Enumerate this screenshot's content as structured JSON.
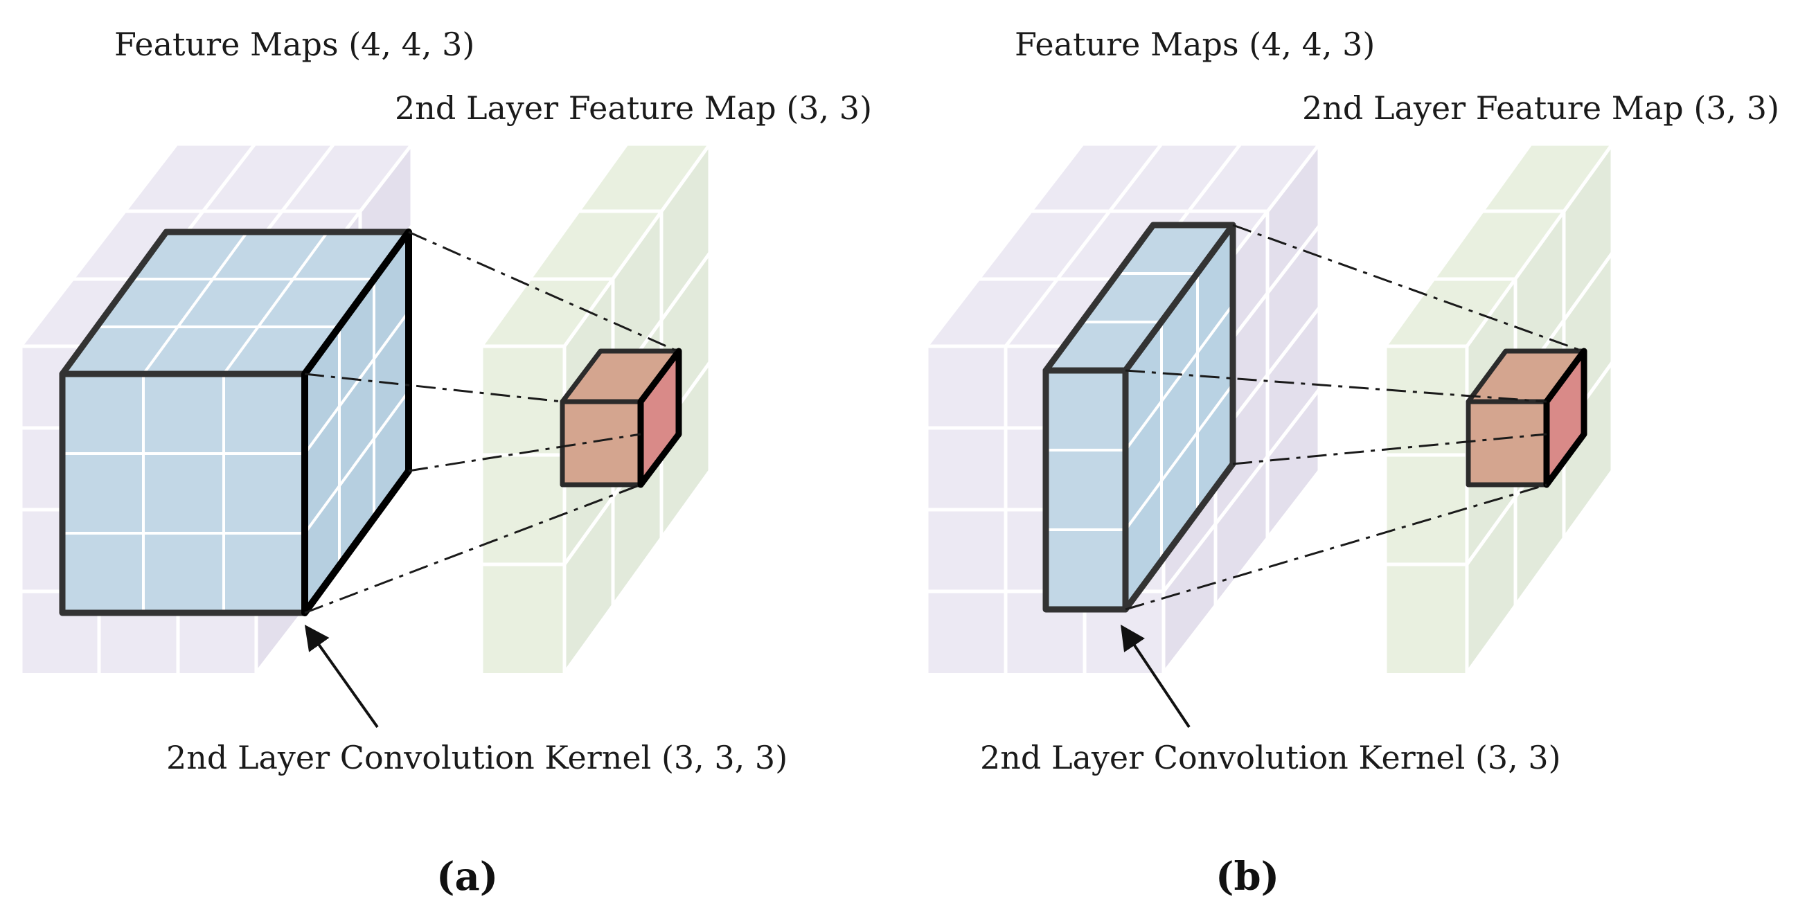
{
  "panels": [
    {
      "feature_maps_label": "Feature Maps (4, 4, 3)",
      "output_map_label": "2nd Layer Feature Map (3, 3)",
      "kernel_label": "2nd Layer Convolution Kernel (3, 3, 3)",
      "caption": "(a)"
    },
    {
      "feature_maps_label": "Feature Maps (4, 4, 3)",
      "output_map_label": "2nd Layer Feature Map (3, 3)",
      "kernel_label": "2nd Layer Convolution Kernel (3, 3)",
      "caption": "(b)"
    }
  ],
  "colors": {
    "feature_map_fill": "#ece9f3",
    "output_map_fill": "#e9f0e0",
    "kernel_fill": "#c2d7e6",
    "output_cell_front": "#d4a58f",
    "output_cell_side": "#d98a88",
    "outline": "#333333",
    "grid": "#ffffff"
  }
}
